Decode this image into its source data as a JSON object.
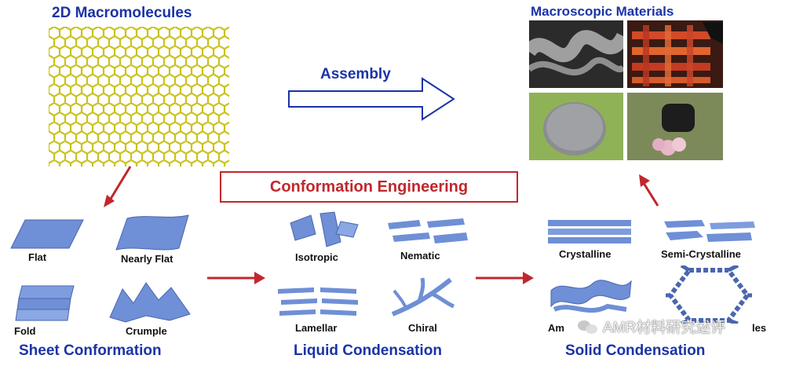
{
  "titles": {
    "macromolecules": "2D Macromolecules",
    "macroscopic": "Macroscopic Materials",
    "assembly": "Assembly",
    "engineering": "Conformation Engineering"
  },
  "sheet_conformation": {
    "title": "Sheet Conformation",
    "items": [
      "Flat",
      "Nearly Flat",
      "Fold",
      "Crumple"
    ]
  },
  "liquid_condensation": {
    "title": "Liquid Condensation",
    "items": [
      "Isotropic",
      "Nematic",
      "Lamellar",
      "Chiral"
    ]
  },
  "solid_condensation": {
    "title": "Solid Condensation",
    "items": [
      "Crystalline",
      "Semi-Crystalline",
      "Am",
      "les"
    ]
  },
  "watermark": "AMR材料研究述评",
  "colors": {
    "title_blue": "#1b33a6",
    "accent_red": "#c0282d",
    "sheet_blue": "#6f8fd6",
    "lattice": "#c9c21e"
  }
}
